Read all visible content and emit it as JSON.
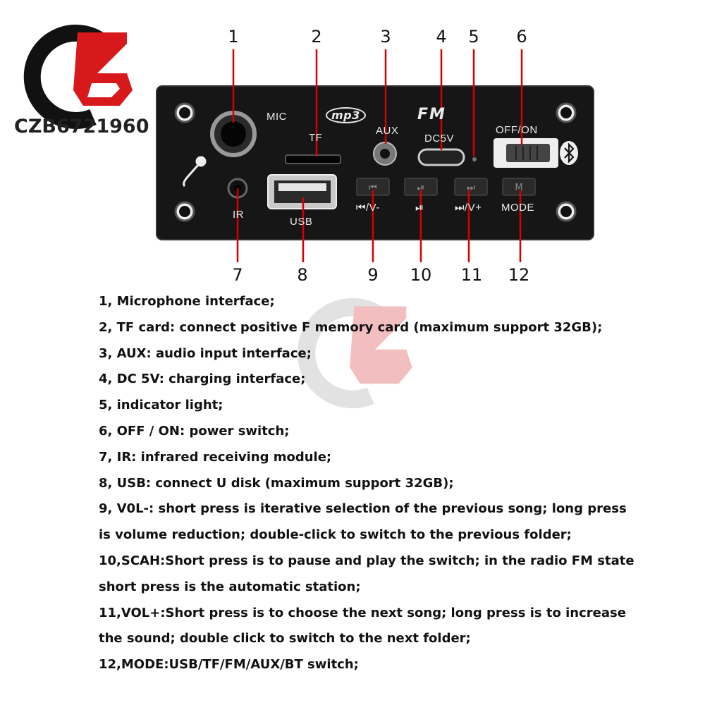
{
  "logo": {
    "text": "CZB6721960"
  },
  "callouts": {
    "top": [
      "1",
      "2",
      "3",
      "4",
      "5",
      "6"
    ],
    "bottom": [
      "7",
      "8",
      "9",
      "10",
      "11",
      "12"
    ]
  },
  "board": {
    "mic": "MIC",
    "mp3": "mp3",
    "fm": "FM",
    "tf": "TF",
    "aux": "AUX",
    "dc5v": "DC5V",
    "offon": "OFF/ON",
    "ir": "IR",
    "usb": "USB",
    "vol_minus": "⏮/V-",
    "play": "⏯",
    "vol_plus": "⏭/V+",
    "mode": "MODE"
  },
  "colors": {
    "board": "#161616",
    "callout_line": "#d60000",
    "logo_red": "#d7191c",
    "logo_black": "#111111"
  },
  "description": [
    "1, Microphone interface;",
    "2, TF card: connect positive F memory card (maximum support 32GB);",
    "3, AUX: audio input interface;",
    "4, DC 5V: charging interface;",
    "5, indicator light;",
    "6, OFF / ON: power switch;",
    "7, IR: infrared receiving module;",
    "8, USB: connect U disk (maximum support 32GB);",
    "9, V0L-: short press is iterative selection of the previous song; long press",
    "is volume reduction; double-click to switch to the previous folder;",
    "10,SCAH:Short press is to pause and play the switch; in the radio FM state",
    "short press is the automatic station;",
    "11,VOL+:Short press is to choose the next song; long press is to increase",
    "the sound; double click to switch to the next folder;",
    "12,MODE:USB/TF/FM/AUX/BT switch;"
  ]
}
